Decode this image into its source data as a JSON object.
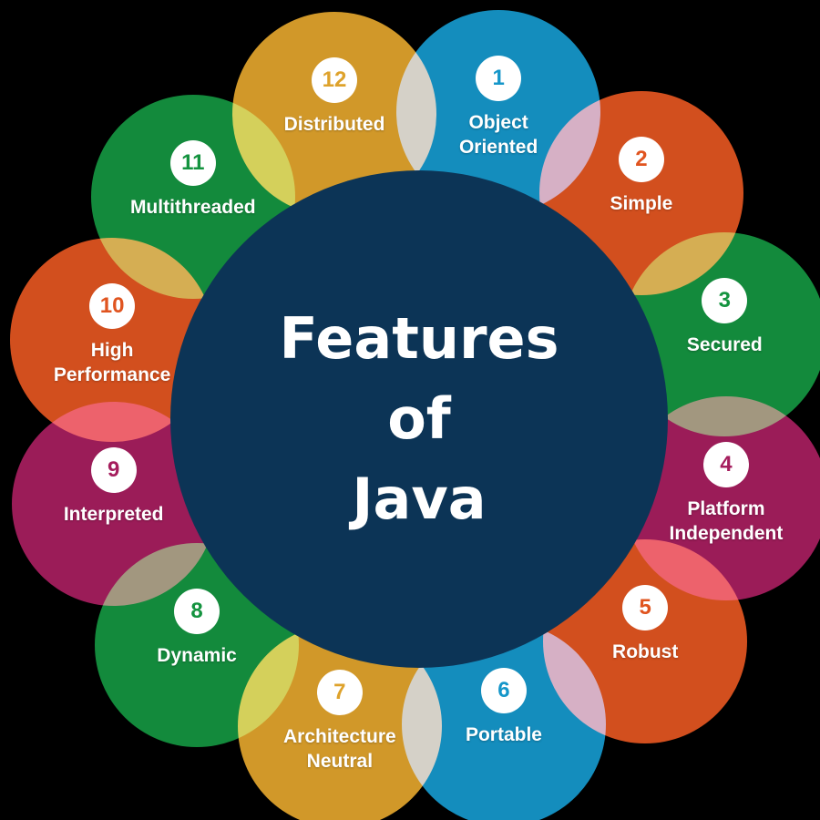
{
  "center": {
    "title_lines": [
      "Features",
      "of",
      "Java"
    ],
    "color": "#0c3456"
  },
  "features": [
    {
      "number": "1",
      "label": "Object\nOriented",
      "color": "#1596c9"
    },
    {
      "number": "2",
      "label": "Simple",
      "color": "#e0541f"
    },
    {
      "number": "3",
      "label": "Secured",
      "color": "#14933f"
    },
    {
      "number": "4",
      "label": "Platform\nIndependent",
      "color": "#a51d5d"
    },
    {
      "number": "5",
      "label": "Robust",
      "color": "#e0541f"
    },
    {
      "number": "6",
      "label": "Portable",
      "color": "#1596c9"
    },
    {
      "number": "7",
      "label": "Architecture\nNeutral",
      "color": "#dea22b"
    },
    {
      "number": "8",
      "label": "Dynamic",
      "color": "#14933f"
    },
    {
      "number": "9",
      "label": "Interpreted",
      "color": "#a51d5d"
    },
    {
      "number": "10",
      "label": "High\nPerformance",
      "color": "#e0541f"
    },
    {
      "number": "11",
      "label": "Multithreaded",
      "color": "#14933f"
    },
    {
      "number": "12",
      "label": "Distributed",
      "color": "#dea22b"
    }
  ]
}
